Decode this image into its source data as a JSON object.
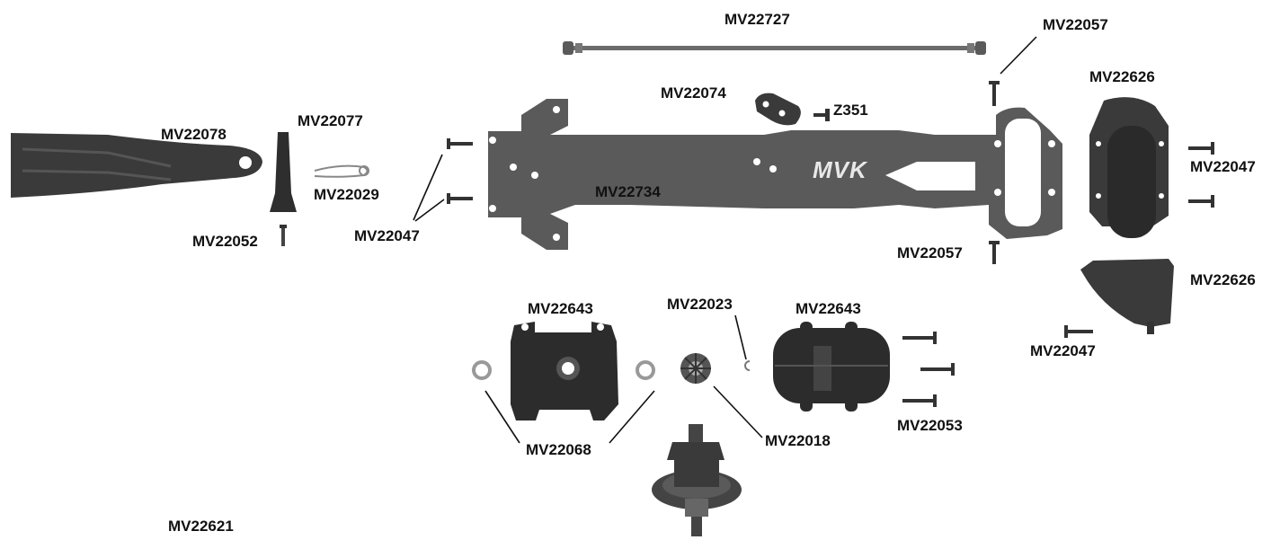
{
  "diagram": {
    "background": "#ffffff",
    "part_color": "#3a3a3a",
    "plate_color": "#5a5a5a",
    "logo_text": "MVK",
    "labels": {
      "mv22727": "MV22727",
      "mv22057_top": "MV22057",
      "mv22626_top": "MV22626",
      "mv22074": "MV22074",
      "z351": "Z351",
      "mv22078": "MV22078",
      "mv22077": "MV22077",
      "mv22029": "MV22029",
      "mv22734": "MV22734",
      "mv22047_left": "MV22047",
      "mv22052": "MV22052",
      "mv22047_right": "MV22047",
      "mv22057_bottom": "MV22057",
      "mv22626_bottom": "MV22626",
      "mv22047_bottom": "MV22047",
      "mv22643_left": "MV22643",
      "mv22023": "MV22023",
      "mv22643_right": "MV22643",
      "mv22053": "MV22053",
      "mv22068": "MV22068",
      "mv22018": "MV22018",
      "mv22621": "MV22621"
    }
  }
}
